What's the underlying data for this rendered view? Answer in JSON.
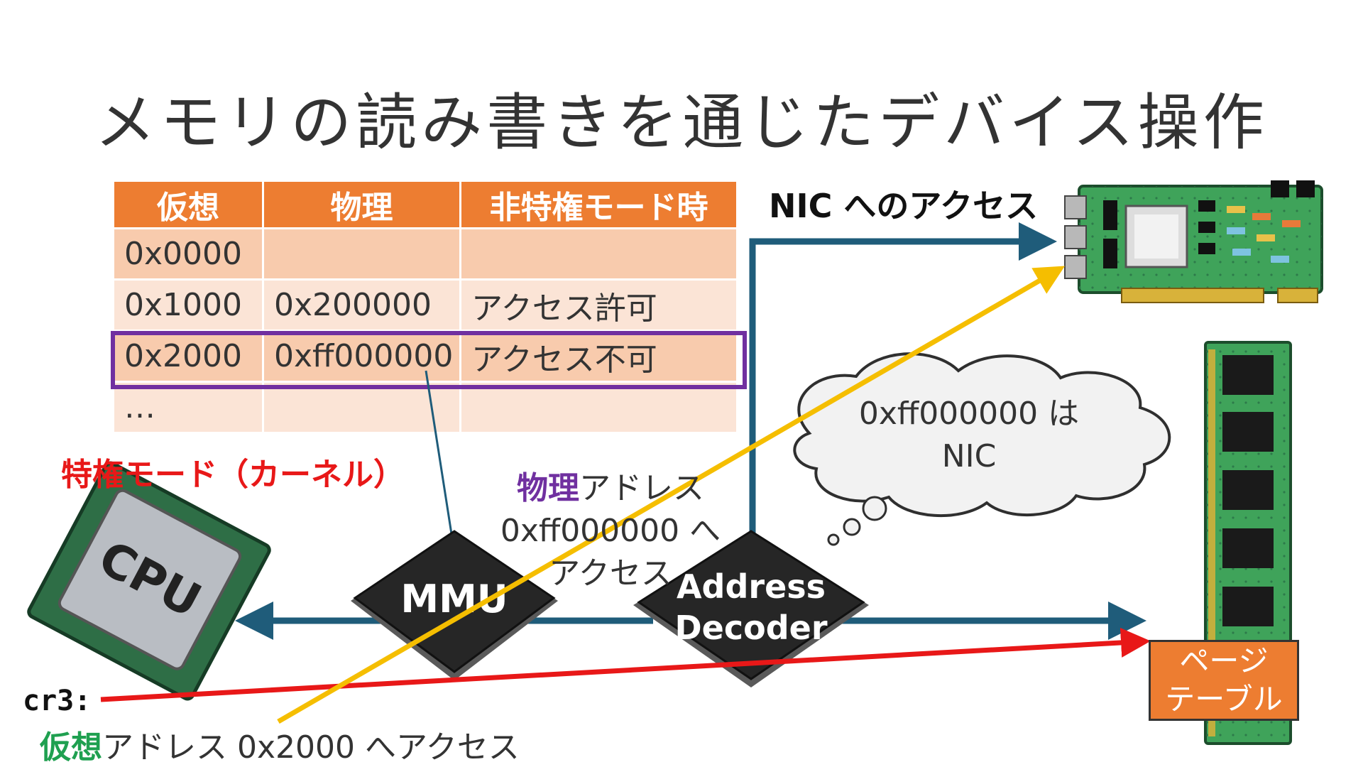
{
  "title": "メモリの読み書きを通じたデバイス操作",
  "table": {
    "headers": [
      "仮想",
      "物理",
      "非特権モード時"
    ],
    "rows": [
      [
        "0x0000",
        "",
        ""
      ],
      [
        "0x1000",
        "0x200000",
        "アクセス許可"
      ],
      [
        "0x2000",
        "0xff000000",
        "アクセス不可"
      ],
      [
        "…",
        "",
        ""
      ]
    ]
  },
  "labels": {
    "nic_access": "NIC へのアクセス",
    "privileged_mode": "特権モード（カーネル）",
    "physical_word": "物理",
    "physical_rest": "アドレス",
    "physical_line2": "0xff000000 へ",
    "physical_line3": "アクセス",
    "virtual_word": "仮想",
    "virtual_rest": "アドレス 0x2000 へアクセス",
    "cr3": "cr3:",
    "thought_line1": "0xff000000 は",
    "thought_line2": "NIC",
    "page_table_line1": "ページ",
    "page_table_line2": "テーブル"
  },
  "chips": {
    "mmu": "MMU",
    "decoder_line1": "Address",
    "decoder_line2": "Decoder",
    "cpu": "CPU"
  },
  "colors": {
    "table_header": "#ED7D31",
    "table_row": "#F8CBAD",
    "highlight": "#7030A0",
    "bus": "#1F5C7A",
    "red_arrow": "#E81818",
    "yellow_arrow": "#F5BE00",
    "privileged_text": "#E81818",
    "virtual_text": "#1FA050",
    "physical_text": "#7030A0"
  },
  "icons": [
    "nic-card-icon",
    "ram-module-icon",
    "cpu-chip-icon"
  ]
}
